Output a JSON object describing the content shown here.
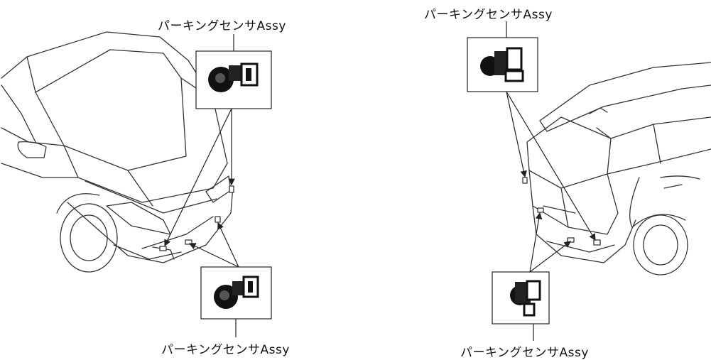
{
  "labels": {
    "front_top": "パーキングセンサAssy",
    "front_bottom": "パーキングセンサAssy",
    "rear_top": "パーキングセンサAssy",
    "rear_bottom": "パーキングセンサAssy"
  }
}
